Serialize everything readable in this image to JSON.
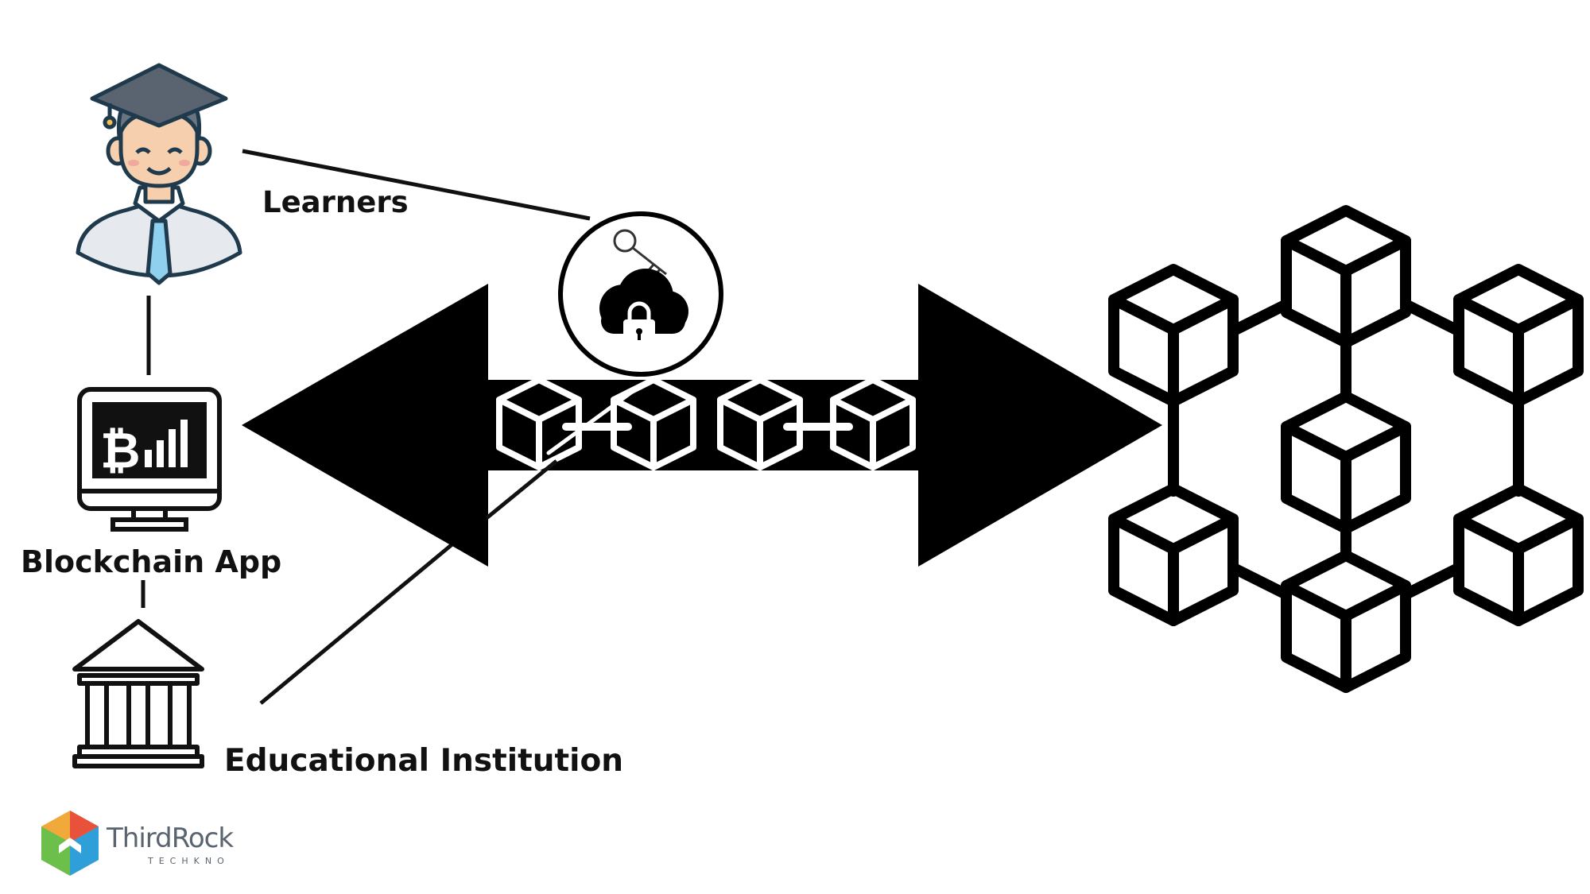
{
  "labels": {
    "learners": "Learners",
    "app": "Blockchain App",
    "institution": "Educational Institution"
  },
  "logo": {
    "name": "ThirdRock",
    "sub": "TECHKNO",
    "colors": [
      "#f2a93b",
      "#e8513a",
      "#2e9fd8",
      "#6cbf4b"
    ]
  },
  "icons": {
    "learner": "graduate-avatar-icon",
    "app": "bitcoin-monitor-icon",
    "institution": "bank-building-icon",
    "secure": "key-cloud-lock-icon",
    "chain": "blockchain-blocks-icon",
    "network": "blockchain-network-icon"
  },
  "colors": {
    "ink": "#111111",
    "skin": "#f6cfae",
    "blush": "#f0a99a",
    "hair": "#6b7480",
    "cap": "#5a6470",
    "shirt": "#e6eaee",
    "tie": "#8fd0ef",
    "outline": "#1e3a4c"
  }
}
